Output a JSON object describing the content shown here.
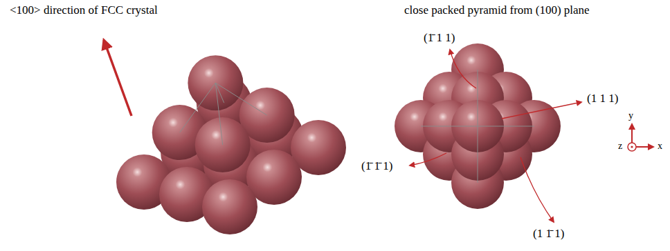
{
  "diagram": {
    "labels": [
      "<100> direction of FCC crystal",
      "close packed pyramid from (100) plane",
      "(1̄ 1 1)",
      "(1 1 1)",
      "(1̄ 1̄ 1)",
      "(1 1̄ 1)",
      "y",
      "z",
      "x"
    ]
  }
}
